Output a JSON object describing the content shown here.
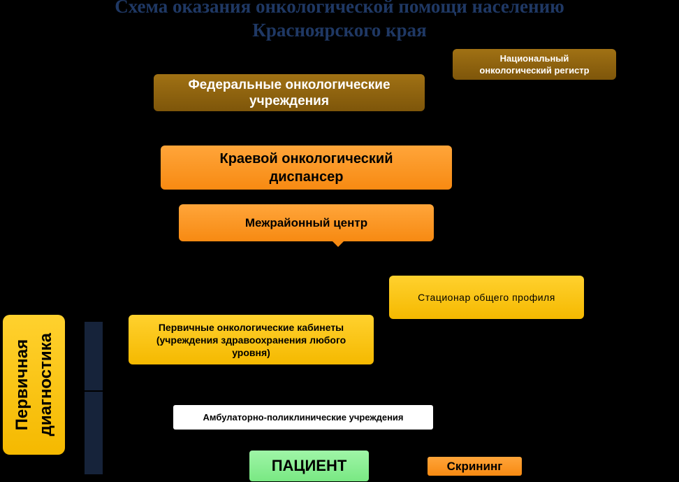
{
  "title": {
    "line1": "Схема оказания онкологической помощи населению",
    "line2": "Красноярского края"
  },
  "nodes": {
    "national_registry": "Национальный\nонкологический регистр",
    "federal": "Федеральные онкологические\nучреждения",
    "regional": "Краевой онкологический\nдиспансер",
    "interdistrict": "Межрайонный центр",
    "hospital": "Стационар  общего профиля",
    "primary_cabinets": "Первичные онкологические кабинеты\n(учреждения здравоохранения любого\nуровня)",
    "outpatient": "Амбулаторно-поликлинические учреждения",
    "patient": "ПАЦИЕНТ",
    "screening": "Скрининг",
    "primary_diagnostics": "Первичная\nдиагностика"
  },
  "colors": {
    "title": "#1f3864",
    "brown": "#8f6410",
    "orange": "#f78a12",
    "yellow": "#fcc300",
    "green": "#8ff09a",
    "white": "#ffffff"
  }
}
